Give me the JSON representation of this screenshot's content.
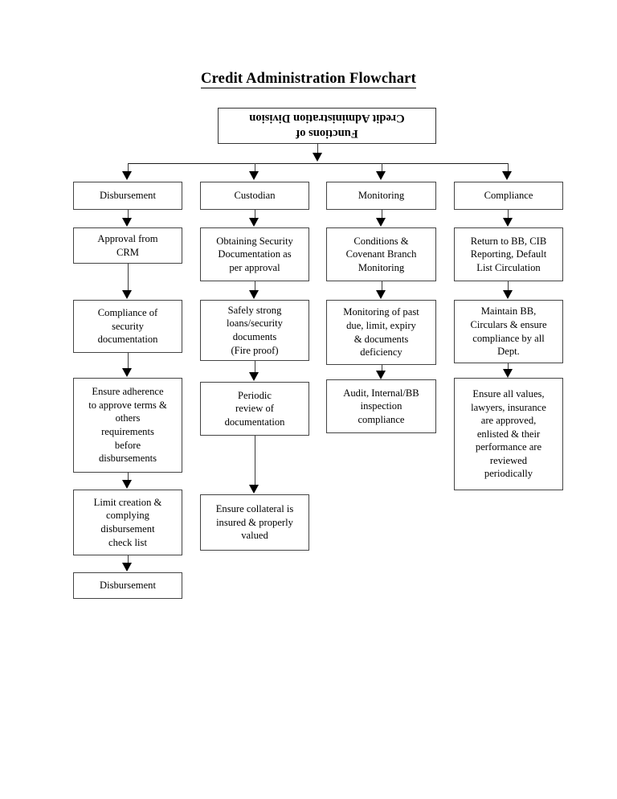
{
  "document": {
    "title": "Credit Administration Flowchart"
  },
  "flowchart": {
    "root": {
      "label": "Functions of\nCredit Administration Division",
      "rotated_180": true
    },
    "columns": [
      {
        "header": "Disbursement",
        "steps": [
          "Approval from\nCRM",
          "Compliance of\nsecurity\ndocumentation",
          "Ensure adherence\nto approve terms &\nothers\nrequirements\nbefore\ndisbursements",
          "Limit creation &\ncomplying\ndisbursement\ncheck list",
          "Disbursement"
        ]
      },
      {
        "header": "Custodian",
        "steps": [
          "Obtaining Security\nDocumentation as\nper approval",
          "Safely strong\nloans/security\ndocuments\n(Fire proof)",
          "Periodic\nreview of\ndocumentation",
          "Ensure collateral is\ninsured & properly\nvalued"
        ]
      },
      {
        "header": "Monitoring",
        "steps": [
          "Conditions &\nCovenant Branch\nMonitoring",
          "Monitoring of past\ndue, limit, expiry\n& documents\ndeficiency",
          "Audit, Internal/BB\ninspection\ncompliance"
        ]
      },
      {
        "header": "Compliance",
        "steps": [
          "Return to BB, CIB\nReporting, Default\nList Circulation",
          "Maintain BB,\nCirculars & ensure\ncompliance by all\nDept.",
          "Ensure all values,\nlawyers, insurance\nare approved,\nenlisted & their\nperformance are\nreviewed\nperiodically"
        ]
      }
    ]
  },
  "style": {
    "page_background": "#ffffff",
    "text_color": "#000000",
    "box_border_color": "#444444",
    "connector_color": "#3a3a3a"
  }
}
